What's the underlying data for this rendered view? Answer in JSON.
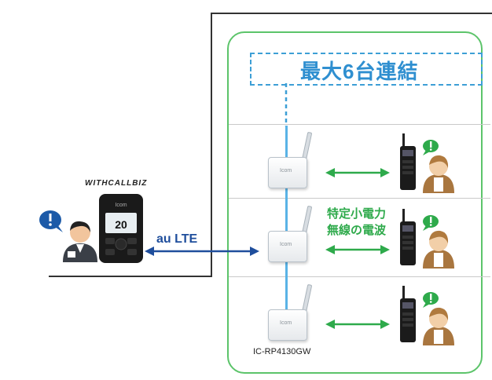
{
  "title": "最大6台連結",
  "radio_label_line1": "特定小電力",
  "radio_label_line2": "無線の電波",
  "link_label": "au LTE",
  "repeater_model": "IC-RP4130GW",
  "brand_logo": "WITHCALLBIZ",
  "device_screen_value": "20",
  "device_logo": "Icom",
  "repeater_logo": "Icom",
  "colors": {
    "panel_border": "#5cc46a",
    "title": "#2f8fd0",
    "radio_label": "#2eaa4b",
    "link_arrow": "#1f4e9c",
    "radio_arrow": "#2eaa4b",
    "exclaim_blue": "#1c5aa8",
    "exclaim_green": "#2eaa4b"
  },
  "icons": [
    "repeater-icon",
    "transceiver-icon",
    "user-icon",
    "exclamation-bubble-icon",
    "smartphone-device-icon"
  ]
}
